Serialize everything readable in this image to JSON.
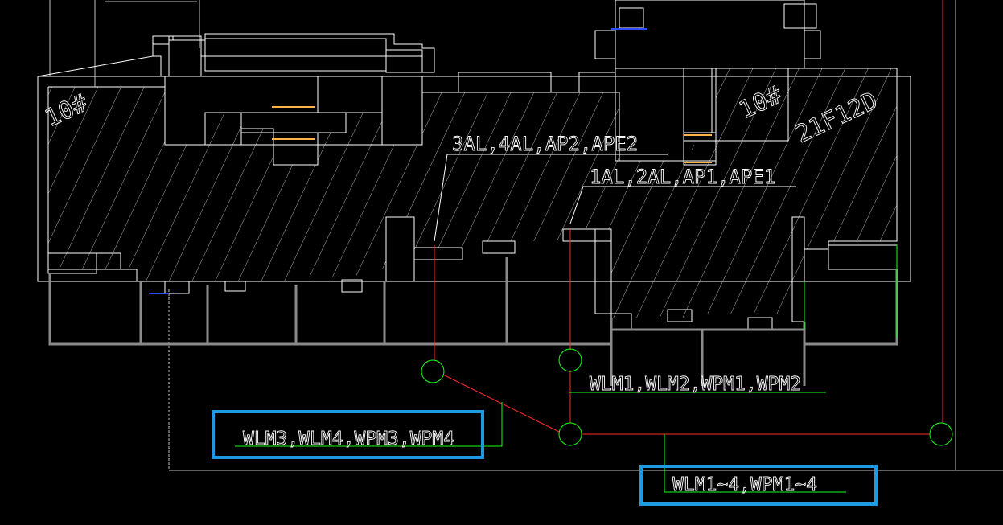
{
  "drawing": {
    "building_labels": {
      "left": "10#",
      "right": "10#",
      "right_sub": "21F12D"
    },
    "callouts": {
      "upper_riser": "3AL,4AL,AP2,APE2",
      "lower_riser": "1AL,2AL,AP1,APE1",
      "feeder_right": "WLM1,WLM2,WPM1,WPM2",
      "feeder_left": "WLM3,WLM4,WPM3,WPM4",
      "main_trunk": "WLM1~4,WPM1~4"
    },
    "colors": {
      "background": "#000000",
      "building_outline": "#ffffff",
      "hatch": "#d9d9d9",
      "cable_route": "#ff2a2a",
      "manhole": "#19ff19",
      "leader": "#19ff19",
      "wall_grey": "#8a8a8a",
      "highlight_box": "#1e9be0",
      "accent_blue": "#2f4cff",
      "accent_orange": "#ffb347"
    }
  }
}
